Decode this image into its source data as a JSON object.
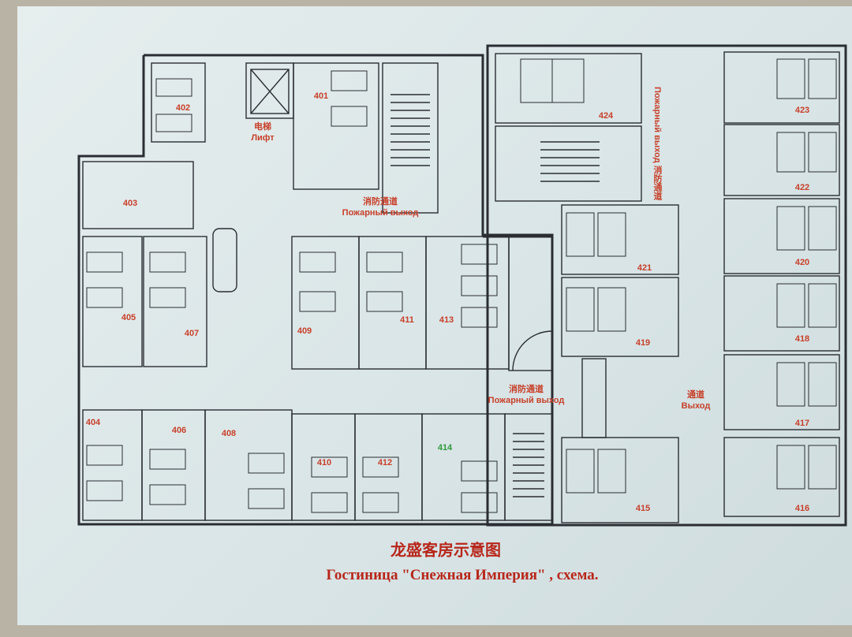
{
  "title": "龙盛客房示意图",
  "subtitle": "Гостиница \"Снежная Империя\" , схема.",
  "lift": {
    "cn": "电梯",
    "ru": "Лифт"
  },
  "exit_top": {
    "cn": "消防通道",
    "ru": "Пожарный выход"
  },
  "exit_mid": {
    "cn": "消防通道",
    "ru": "Пожарный выход"
  },
  "exit_right": {
    "cn": "通道",
    "ru": "Выход"
  },
  "exit_vertical": {
    "cn": "消防通道",
    "ru": "Пожарный выход"
  },
  "rooms": {
    "r401": "401",
    "r402": "402",
    "r403": "403",
    "r404": "404",
    "r405": "405",
    "r406": "406",
    "r407": "407",
    "r408": "408",
    "r409": "409",
    "r410": "410",
    "r411": "411",
    "r412": "412",
    "r413": "413",
    "r414": "414",
    "r415": "415",
    "r416": "416",
    "r417": "417",
    "r418": "418",
    "r419": "419",
    "r420": "420",
    "r421": "421",
    "r422": "422",
    "r423": "423",
    "r424": "424"
  },
  "colors": {
    "label": "#c8402a",
    "green_label": "#2f9a3a",
    "wall": "#2a2d33"
  }
}
